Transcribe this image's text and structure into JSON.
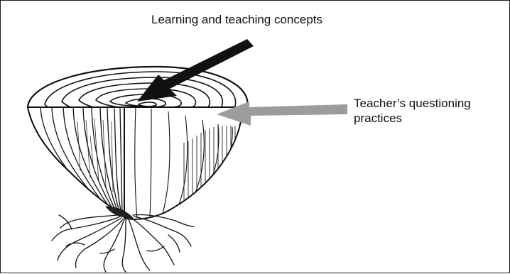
{
  "diagram": {
    "labels": {
      "inner_concepts": "Learning and teaching concepts",
      "outer_practices": "Teacher’s questioning\npractices"
    },
    "arrows": {
      "black_arrow_color": "#111111",
      "grey_arrow_color": "#9c9c9c"
    },
    "image": "onion cross-section illustration"
  }
}
